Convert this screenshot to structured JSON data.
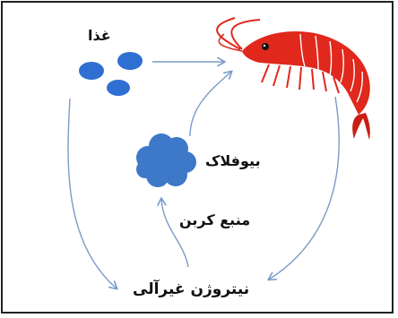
{
  "labels": {
    "food": "غذا",
    "biofloc": "بیوفلاک",
    "carbon_source": "منبع کربن",
    "inorganic_nitrogen": "نیتروژن غیرآلی"
  },
  "icons": {
    "food": "food-pellets-icon",
    "biofloc": "biofloc-cloud-icon",
    "shrimp": "shrimp-icon"
  },
  "colors": {
    "pellet_fill": "#2e6fd1",
    "biofloc_fill": "#3d78c9",
    "arrow": "#7a9bc7",
    "shrimp": "#e0281c",
    "border": "#222222"
  }
}
